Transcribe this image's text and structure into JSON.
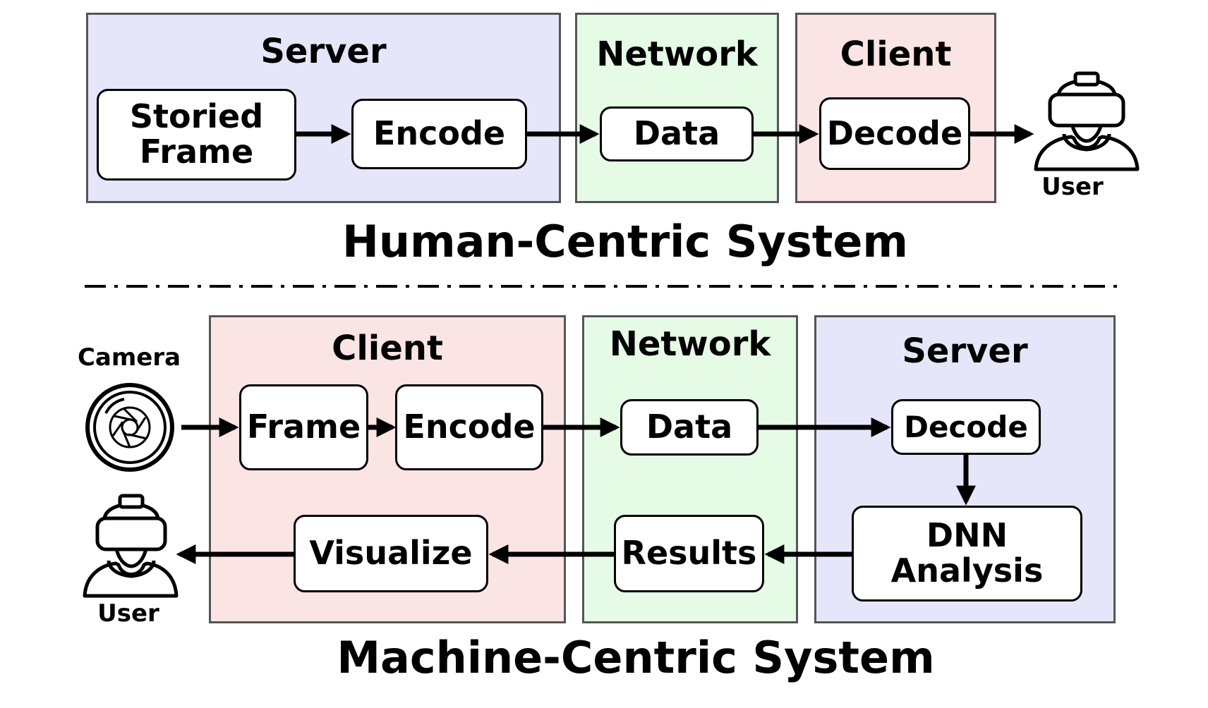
{
  "human": {
    "server": {
      "title": "Server",
      "stored_frame_line1": "Storied",
      "stored_frame_line2": "Frame",
      "encode": "Encode"
    },
    "network": {
      "title": "Network",
      "data": "Data"
    },
    "client": {
      "title": "Client",
      "decode": "Decode"
    },
    "user_label": "User",
    "system_title": "Human-Centric System"
  },
  "machine": {
    "camera_label": "Camera",
    "client": {
      "title": "Client",
      "frame": "Frame",
      "encode": "Encode",
      "visualize": "Visualize"
    },
    "network": {
      "title": "Network",
      "data": "Data",
      "results": "Results"
    },
    "server": {
      "title": "Server",
      "decode": "Decode",
      "dnn_line1": "DNN",
      "dnn_line2": "Analysis"
    },
    "user_label": "User",
    "system_title": "Machine-Centric System"
  },
  "colors": {
    "server": "#e6e6fa",
    "network": "#e6fbe6",
    "client": "#fbe4e4",
    "border": "#555555"
  },
  "icons": [
    "vr-headset-user-icon",
    "camera-lens-icon",
    "arrow-icon"
  ]
}
